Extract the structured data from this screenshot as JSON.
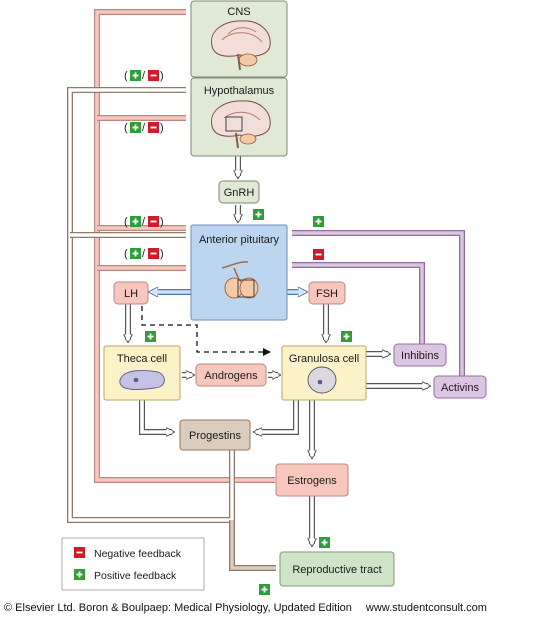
{
  "nodes": {
    "cns": "CNS",
    "hypothalamus": "Hypothalamus",
    "gnrh": "GnRH",
    "anterior_pituitary": "Anterior pituitary",
    "lh": "LH",
    "fsh": "FSH",
    "theca_cell": "Theca cell",
    "granulosa_cell": "Granulosa cell",
    "androgens": "Androgens",
    "inhibins": "Inhibins",
    "activins": "Activins",
    "progestins": "Progestins",
    "estrogens": "Estrogens",
    "reproductive_tract": "Reproductive tract"
  },
  "feedback_symbols": {
    "open": "(",
    "slash": "/",
    "close": ")"
  },
  "legend": {
    "negative": "Negative feedback",
    "positive": "Positive feedback"
  },
  "footer": {
    "copyright": "© Elsevier Ltd. Boron & Boulpaep: Medical Physiology, Updated Edition",
    "site": "www.studentconsult.com"
  },
  "colors": {
    "positive": "#2e9e3a",
    "negative": "#d11a2a",
    "brain_box": "#dfe9d5",
    "pituitary_box": "#bcd6f0",
    "cell_box": "#fbf2c8",
    "hormone_pink": "#f7c7bd",
    "hormone_purple": "#dcc5e3",
    "progestins_box": "#dcccbd",
    "repro_box": "#cfe4c7"
  }
}
